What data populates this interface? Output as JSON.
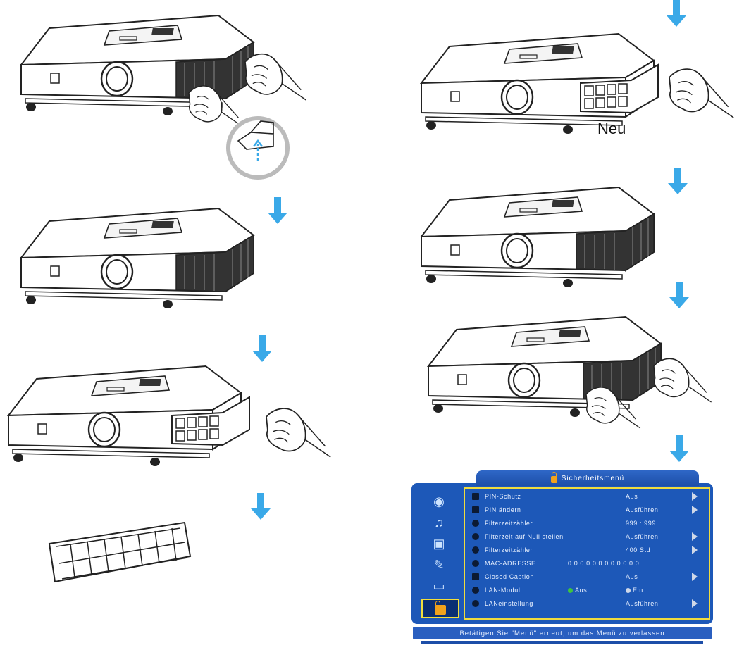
{
  "label_neu": "Neu",
  "arrow_color": "#3aa9e8",
  "osd": {
    "title": "Sicherheitsmenü",
    "rows": [
      {
        "label": "PIN-Schutz",
        "value": "Aus",
        "arrow": true
      },
      {
        "label": "PIN ändern",
        "value": "Ausführen",
        "arrow": true
      },
      {
        "label": "Filterzeitzähler",
        "value": "999 : 999",
        "arrow": false
      },
      {
        "label": "Filterzeit auf Null stellen",
        "value": "Ausführen",
        "arrow": true
      },
      {
        "label": "Filterzeitzähler",
        "value": "400 Std",
        "arrow": true
      },
      {
        "label": "MAC-ADRESSE",
        "value": "0 0 0 0 0 0 0 0 0 0 0 0",
        "arrow": false
      },
      {
        "label": "Closed Caption",
        "value": "Aus",
        "arrow": true
      },
      {
        "label": "LAN-Modul",
        "option_off": "Aus",
        "option_on": "Ein",
        "arrow": false
      },
      {
        "label": "LANeinstellung",
        "value": "Ausführen",
        "arrow": true
      }
    ],
    "footer": "Betätigen Sie \"Menü\" erneut, um das Menü zu verlassen",
    "colors": {
      "bg": "#1d58b8",
      "highlight": "#f0dc3e",
      "radio_off": "#3ec43e",
      "radio_on": "#cfd8e8"
    }
  }
}
